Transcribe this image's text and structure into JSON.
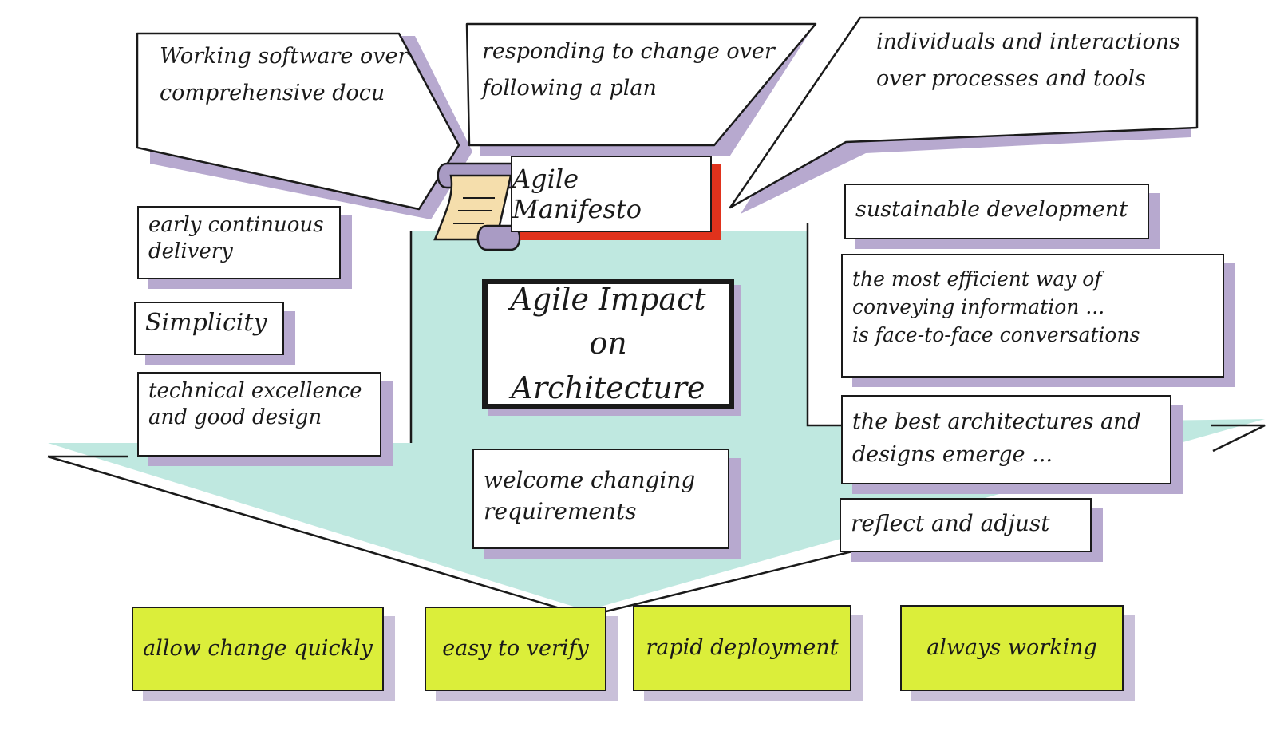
{
  "diagram": {
    "manifesto_label": "Agile Manifesto",
    "center_title": "Agile Impact\non Architecture",
    "callouts": [
      "Working software over\ncomprehensive docu",
      "responding to change over\nfollowing a plan",
      "individuals and interactions\nover processes and tools"
    ],
    "left_principles": [
      "early continuous\ndelivery",
      "Simplicity",
      "technical excellence\nand good design"
    ],
    "center_principle": "welcome changing\nrequirements",
    "right_principles": [
      "sustainable development",
      "the most efficient way of\nconveying information ...\nis face-to-face conversations",
      "the best architectures and\ndesigns emerge ...",
      "reflect and adjust"
    ],
    "outcomes": [
      "allow change quickly",
      "easy to verify",
      "rapid deployment",
      "always working"
    ],
    "colors": {
      "arrow_fill": "#bfe8e0",
      "outcome_fill": "#dbee3a",
      "shadow": "#b7a9cf",
      "manifesto_accent": "#e0321c",
      "scroll_fill": "#f5deac",
      "scroll_roll": "#a99bc4",
      "ink": "#1a1a1a"
    }
  }
}
